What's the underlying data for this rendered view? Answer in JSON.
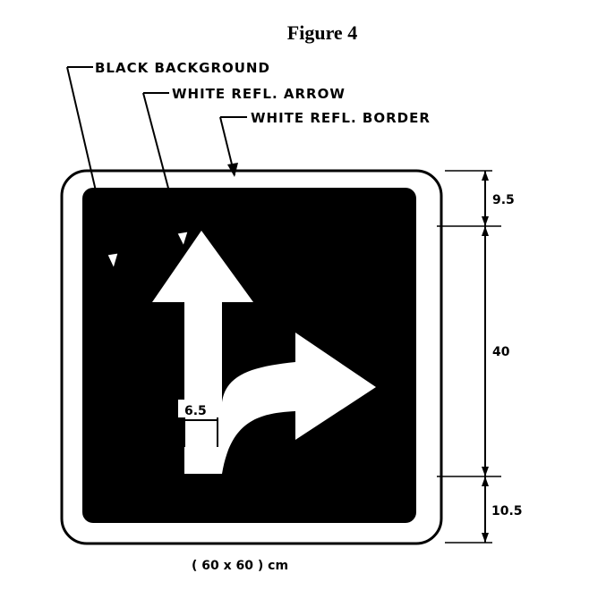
{
  "title": "Figure 4",
  "callouts": {
    "background": "BLACK BACKGROUND",
    "arrow": "WHITE REFL. ARROW",
    "border": "WHITE REFL. BORDER"
  },
  "dimensions": {
    "top_margin": "9.5",
    "arrow_height": "40",
    "bottom_margin": "10.5",
    "stem_width": "6.5"
  },
  "size_caption": "( 60 x 60 ) cm",
  "colors": {
    "background": "#000000",
    "arrow": "#ffffff",
    "border": "#ffffff",
    "ink": "#000000"
  }
}
